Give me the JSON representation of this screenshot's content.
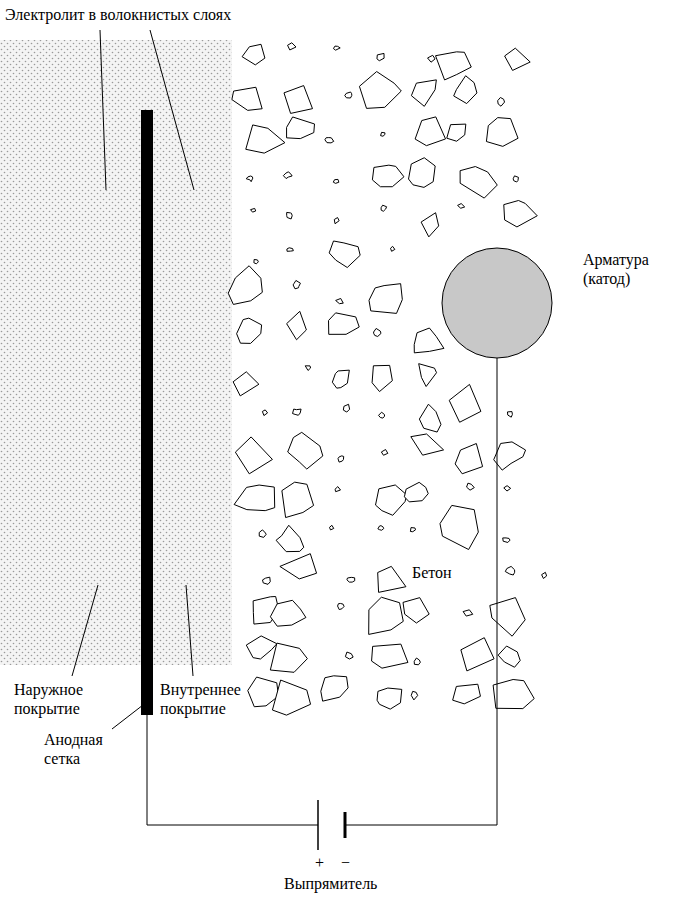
{
  "diagram": {
    "labels": [
      "Электролит в волокнистых слоях",
      "Арматура (катод)",
      "Бетон",
      "Наружное покрытие",
      "Анодная сетка",
      "Внутреннее покрытие",
      "+",
      "−",
      "Выпрямитель"
    ]
  }
}
